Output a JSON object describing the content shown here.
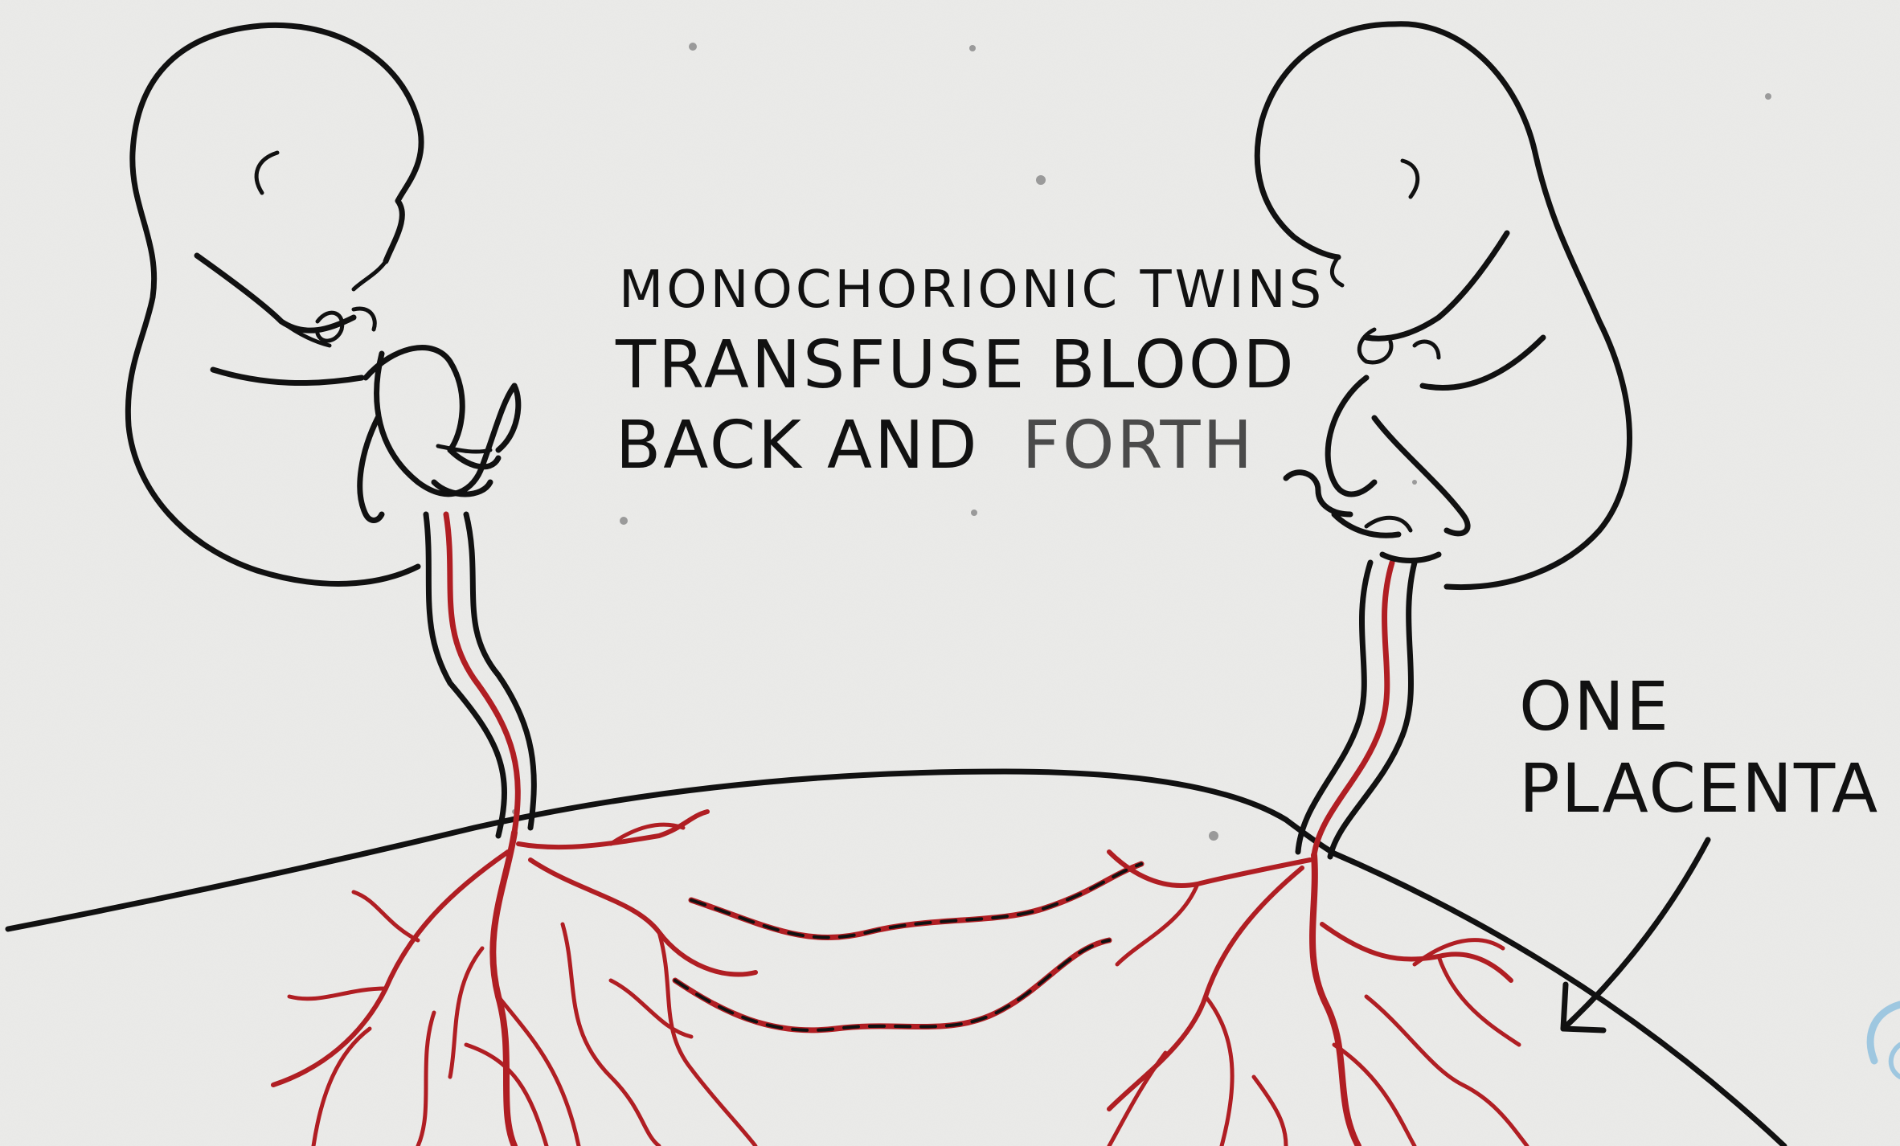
{
  "caption": {
    "line1": "MONOCHORIONIC TWINS",
    "line2": "TRANSFUSE BLOOD",
    "line3_part1": "BACK AND",
    "line3_part2": "FORTH"
  },
  "placenta_label": {
    "line1": "ONE",
    "line2": "PLACENTA"
  },
  "colors": {
    "background": "#ebebe9",
    "ink": "#111111",
    "blood": "#b01e23",
    "faded_text": "#4a4a4a",
    "logo": "#9ec7e0"
  },
  "icons": {
    "fetus_left": "fetus-icon",
    "fetus_right": "fetus-icon",
    "arrow": "arrow-down-left-icon",
    "logo": "watermark-logo-icon"
  }
}
